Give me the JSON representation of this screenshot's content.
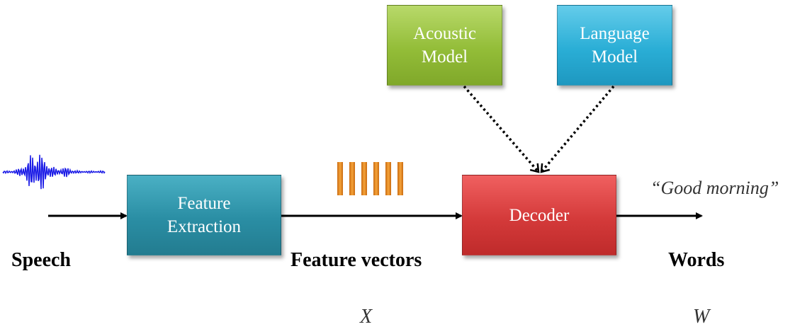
{
  "boxes": {
    "acoustic": {
      "line1": "Acoustic",
      "line2": "Model",
      "color": "#93bd38"
    },
    "language": {
      "line1": "Language",
      "line2": "Model",
      "color": "#2aaed6"
    },
    "feature": {
      "line1": "Feature",
      "line2": "Extraction",
      "color": "#2a8ea4"
    },
    "decoder": {
      "label": "Decoder",
      "color": "#d43a3a"
    }
  },
  "labels": {
    "speech": "Speech",
    "feature_vectors": "Feature vectors",
    "words": "Words"
  },
  "variables": {
    "x": "X",
    "w": "W"
  },
  "output_text": "“Good morning”",
  "colors": {
    "waveform": "#1a1ae6",
    "feature_bar": "#e8891e",
    "arrow": "#000000"
  }
}
